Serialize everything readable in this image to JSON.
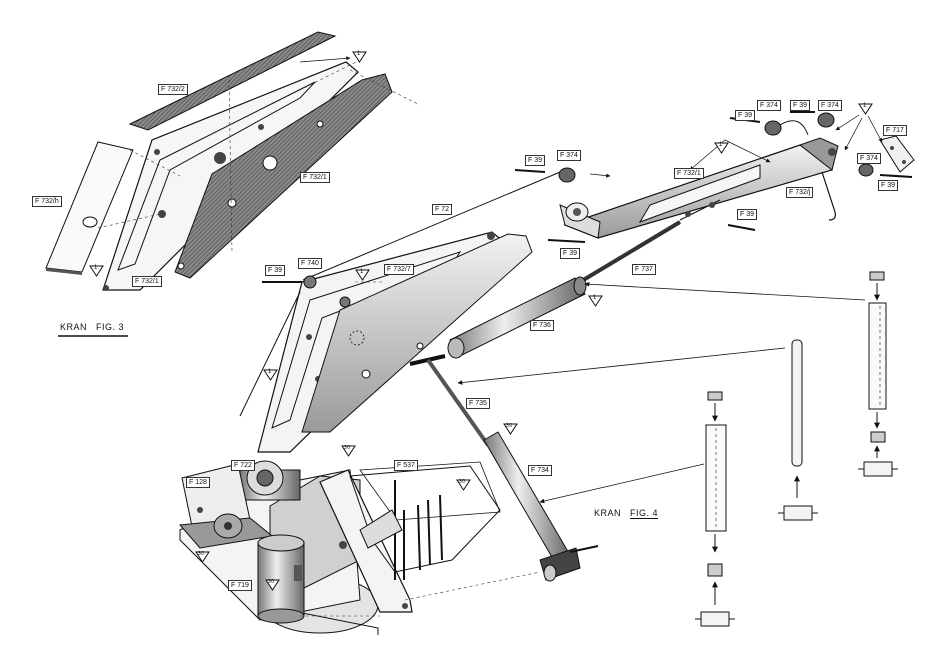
{
  "labels": {
    "f7322": "F 732/2",
    "f732h": "F 732/h",
    "f7321": "F 732/1",
    "f732i": "F 732/1",
    "f72": "F 72",
    "f39a": "F 39",
    "f39b": "F 39",
    "f39c": "F 39",
    "f39d": "F 39",
    "f39e": "F 39",
    "f39f": "F 39",
    "f39g": "F 39",
    "f374a": "F 374",
    "f374b": "F 374",
    "f374c": "F 374",
    "f374d": "F 374",
    "f717": "F 717",
    "f7321b": "F 732/1",
    "f732j": "F 732/j",
    "f737": "F 737",
    "f736": "F 736",
    "f735": "F 735",
    "f734": "F 734",
    "f740": "F 740",
    "f7327": "F 732/7",
    "f722": "F 722",
    "f128": "F 128",
    "f537": "F 537",
    "f719": "F 719"
  },
  "markers": {
    "m1a": "1",
    "m1b": "1",
    "m1c": "1",
    "m1d": "1",
    "m1e": "1",
    "m1f": "1",
    "m1g": "1",
    "m30a": "30",
    "m30b": "30",
    "m30c": "30",
    "m30d": "30",
    "m30e": "30"
  },
  "captions": {
    "fig3_kran": "KRAN",
    "fig3_fig": "FIG. 3",
    "fig4_kran": "KRAN",
    "fig4_fig": "FIG. 4"
  }
}
